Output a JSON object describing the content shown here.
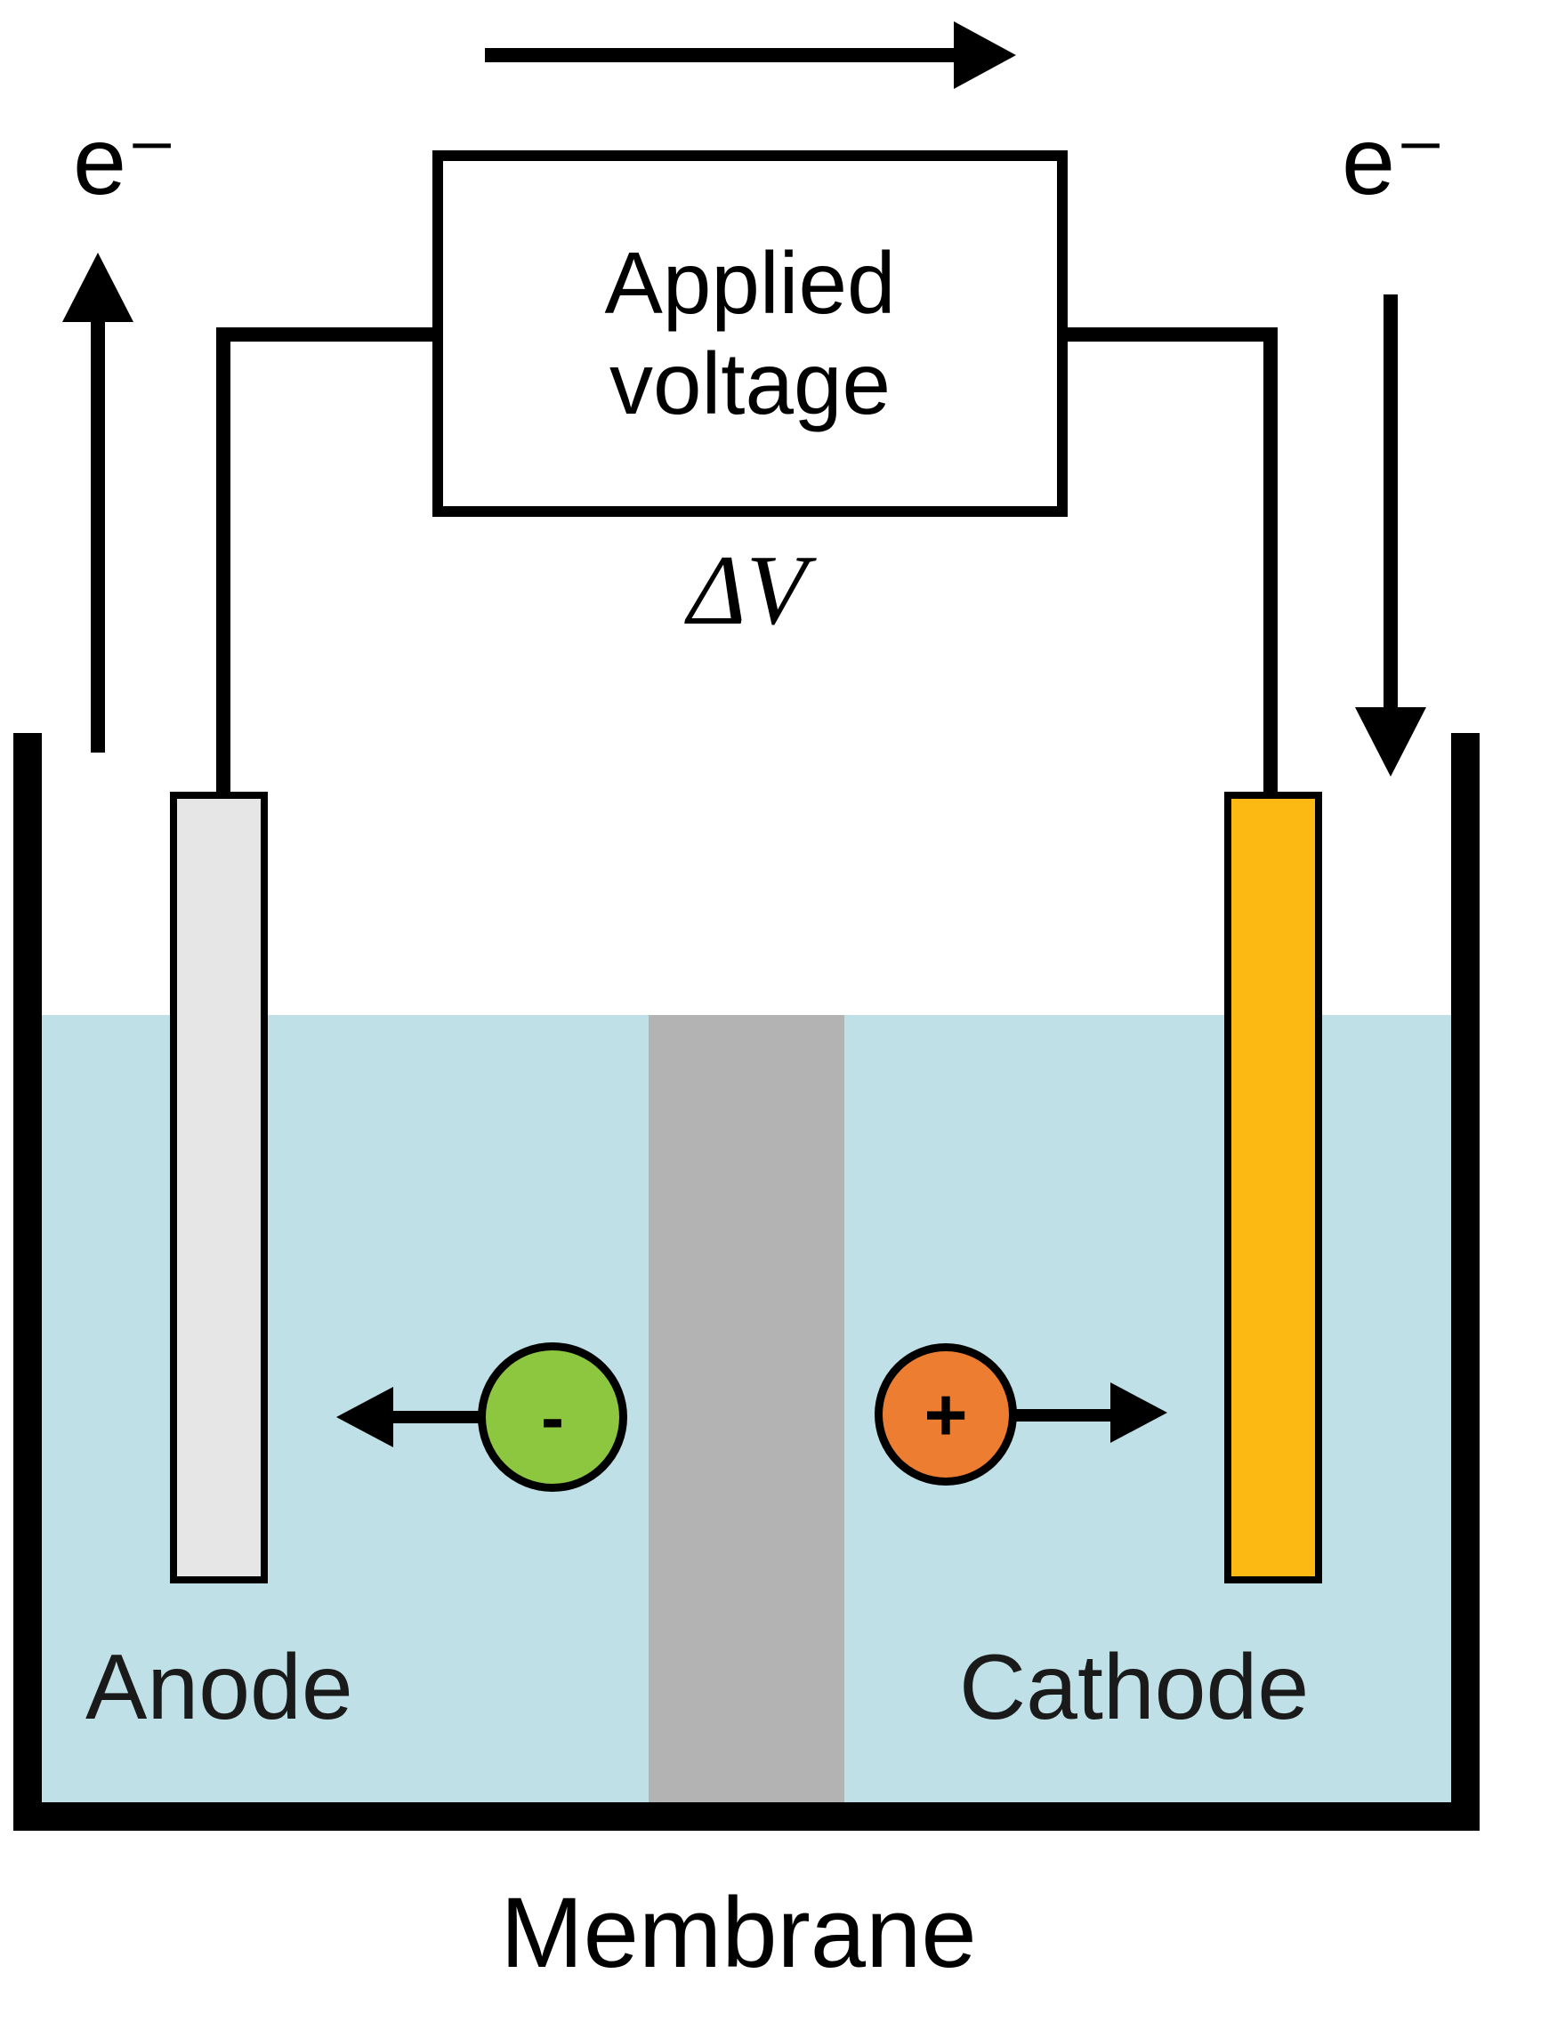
{
  "diagram": {
    "voltage_box": {
      "label": "Applied voltage"
    },
    "delta_v": "ΔV",
    "electron_label_left": "e⁻",
    "electron_label_right": "e⁻",
    "anode_label": "Anode",
    "cathode_label": "Cathode",
    "membrane_label": "Membrane",
    "anion_symbol": "-",
    "cation_symbol": "+"
  },
  "colors": {
    "liquid": "#bfe0e6",
    "membrane": "#b3b3b3",
    "anode-electrode": "#e6e6e6",
    "cathode-electrode": "#fdb913",
    "anion": "#8dc63f",
    "cation": "#ed7d31",
    "line": "#000000"
  }
}
